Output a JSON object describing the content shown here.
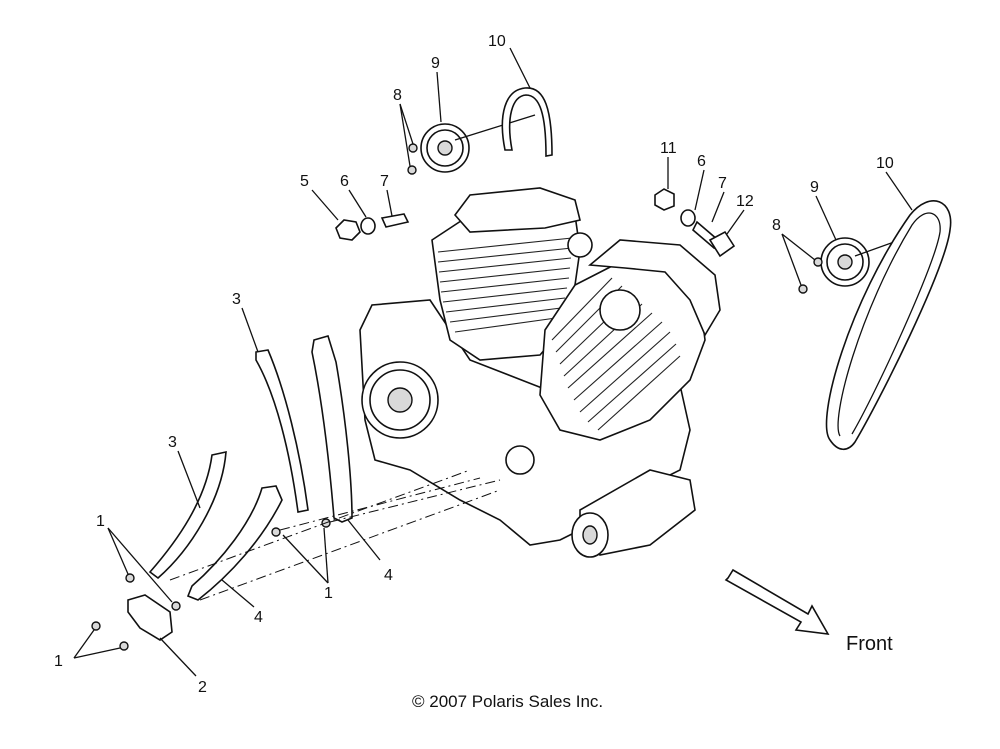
{
  "callouts": [
    {
      "id": "c10a",
      "label": "10"
    },
    {
      "id": "c9a",
      "label": "9"
    },
    {
      "id": "c8a",
      "label": "8"
    },
    {
      "id": "c5",
      "label": "5"
    },
    {
      "id": "c6a",
      "label": "6"
    },
    {
      "id": "c7a",
      "label": "7"
    },
    {
      "id": "c11",
      "label": "11"
    },
    {
      "id": "c6b",
      "label": "6"
    },
    {
      "id": "c7b",
      "label": "7"
    },
    {
      "id": "c12",
      "label": "12"
    },
    {
      "id": "c10b",
      "label": "10"
    },
    {
      "id": "c9b",
      "label": "9"
    },
    {
      "id": "c8b",
      "label": "8"
    },
    {
      "id": "c3a",
      "label": "3"
    },
    {
      "id": "c3b",
      "label": "3"
    },
    {
      "id": "c1a",
      "label": "1"
    },
    {
      "id": "c1b",
      "label": "1"
    },
    {
      "id": "c1c",
      "label": "1"
    },
    {
      "id": "c4a",
      "label": "4"
    },
    {
      "id": "c4b",
      "label": "4"
    },
    {
      "id": "c2",
      "label": "2"
    }
  ],
  "direction_label": "Front",
  "copyright": "© 2007 Polaris Sales Inc."
}
